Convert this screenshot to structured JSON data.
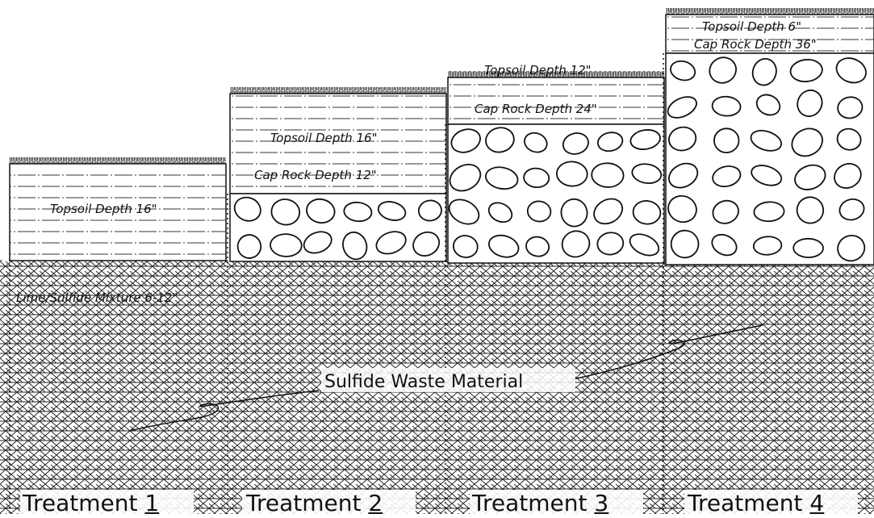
{
  "diagram": {
    "treatments": [
      {
        "title": "Treatment",
        "number": "1",
        "layers": [
          {
            "label": "Topsoil Depth 16\""
          }
        ]
      },
      {
        "title": "Treatment",
        "number": "2",
        "layers": [
          {
            "label": "Topsoil Depth 16\""
          },
          {
            "label": "Cap Rock Depth 12\""
          }
        ]
      },
      {
        "title": "Treatment",
        "number": "3",
        "layers": [
          {
            "label": "Topsoil Depth 12\""
          },
          {
            "label": "Cap Rock Depth 24\""
          }
        ]
      },
      {
        "title": "Treatment",
        "number": "4",
        "layers": [
          {
            "label": "Topsoil Depth 6\""
          },
          {
            "label": "Cap Rock Depth 36\""
          }
        ]
      }
    ],
    "lime_label": "Lime/Sulfide Mixture 6-12\"",
    "waste_label": "Sulfide Waste Material"
  }
}
